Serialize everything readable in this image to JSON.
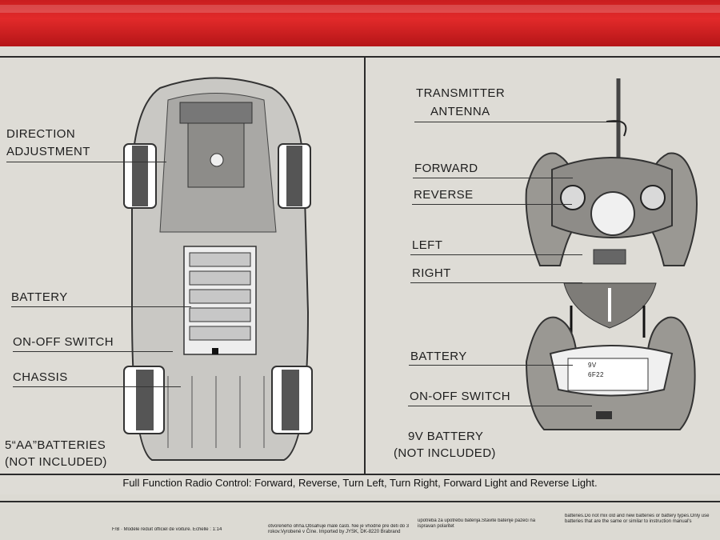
{
  "left_panel": {
    "labels": {
      "direction_adjustment": [
        "DIRECTION",
        "ADJUSTMENT"
      ],
      "battery": "BATTERY",
      "on_off_switch": "ON-OFF SWITCH",
      "chassis": "CHASSIS",
      "batteries_note": [
        "5“AA”BATTERIES",
        "(NOT INCLUDED)"
      ]
    }
  },
  "right_panel": {
    "labels": {
      "antenna": [
        "TRANSMITTER",
        "ANTENNA"
      ],
      "forward": "FORWARD",
      "reverse": "REVERSE",
      "left": "LEFT",
      "right": "RIGHT",
      "battery": "BATTERY",
      "on_off_switch": "ON-OFF SWITCH",
      "battery_note": [
        "9V BATTERY",
        "(NOT INCLUDED)"
      ]
    },
    "battery_marking": [
      "9V",
      "6F22"
    ]
  },
  "caption": "Full Function Radio Control: Forward, Reverse, Turn Left, Turn Right, Forward Light and Reverse Light.",
  "fine_print": [
    "F/B · Modèle réduit officiel de voiture. Échelle : 1:14",
    "otvoreného ohňa.Obsahuje malé časti. Nie je vhodné pre deti do 3 rokov.Vyrobené v Číne. Imported by JYSK, DK-8220 Brabrand",
    "upotreba za upotrebu baterija.Stavite baterije pazeći na ispravan polaritet",
    "batteries.Do not mix old and new batteries or battery types.Only use batteries that are the same or similar to instruction manual's"
  ],
  "colors": {
    "band": "#d52222",
    "panel": "#dedcd6",
    "ink": "#2b2b2b"
  }
}
